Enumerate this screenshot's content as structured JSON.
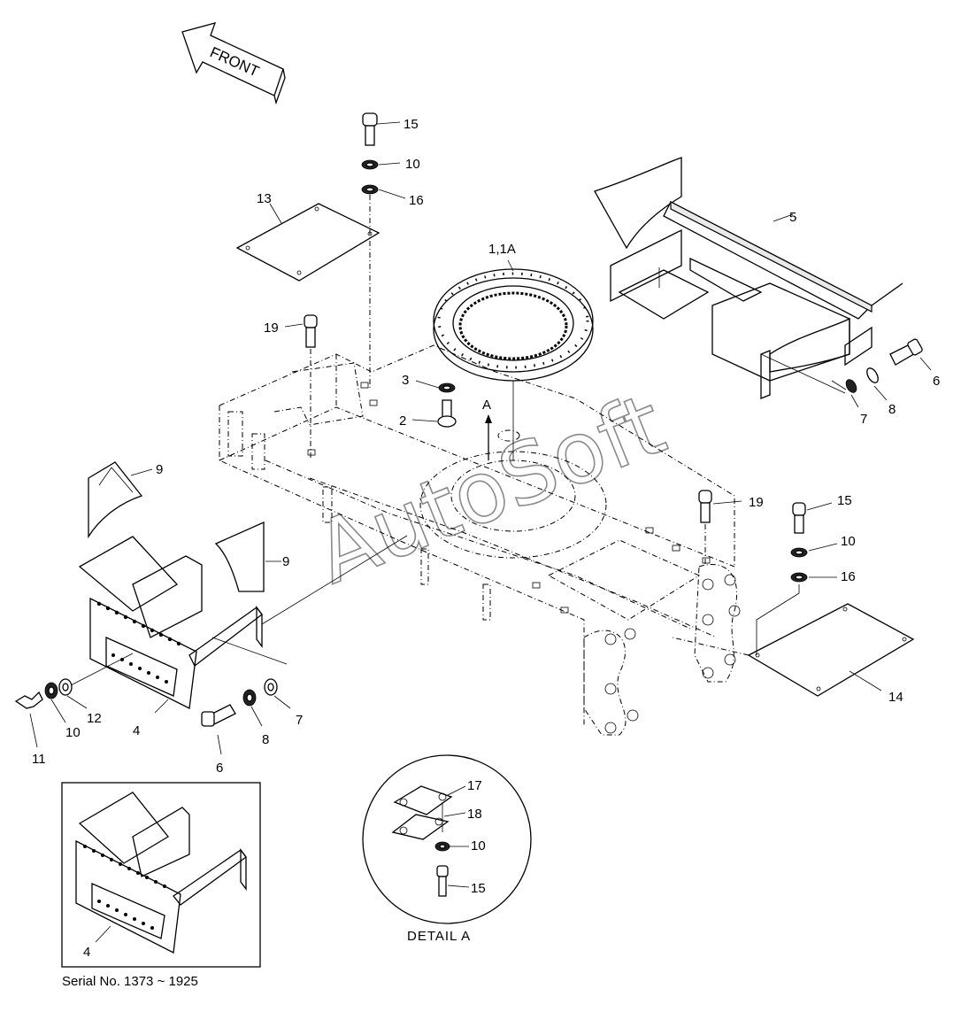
{
  "front_arrow": {
    "label": "FRONT"
  },
  "watermark": {
    "text": "AutoSoft"
  },
  "labels": {
    "p15_top": "15",
    "p10_top": "10",
    "p16_top": "16",
    "p13": "13",
    "p1": "1,1A",
    "p19_left": "19",
    "p3": "3",
    "p2": "2",
    "pA": "A",
    "p5": "5",
    "p6_right": "6",
    "p7_right": "7",
    "p8_right": "8",
    "p9_upper": "9",
    "p9_lower": "9",
    "p19_right": "19",
    "p15_right": "15",
    "p10_right": "10",
    "p16_right": "16",
    "p14": "14",
    "p4_main": "4",
    "p12": "12",
    "p10_left": "10",
    "p11": "11",
    "p6_left": "6",
    "p8_left": "8",
    "p7_left": "7",
    "p17": "17",
    "p18": "18",
    "p10_detail": "10",
    "p15_detail": "15",
    "p4_inset": "4"
  },
  "detail_caption": "DETAIL  A",
  "serial_note": "Serial No. 1373 ~ 1925"
}
